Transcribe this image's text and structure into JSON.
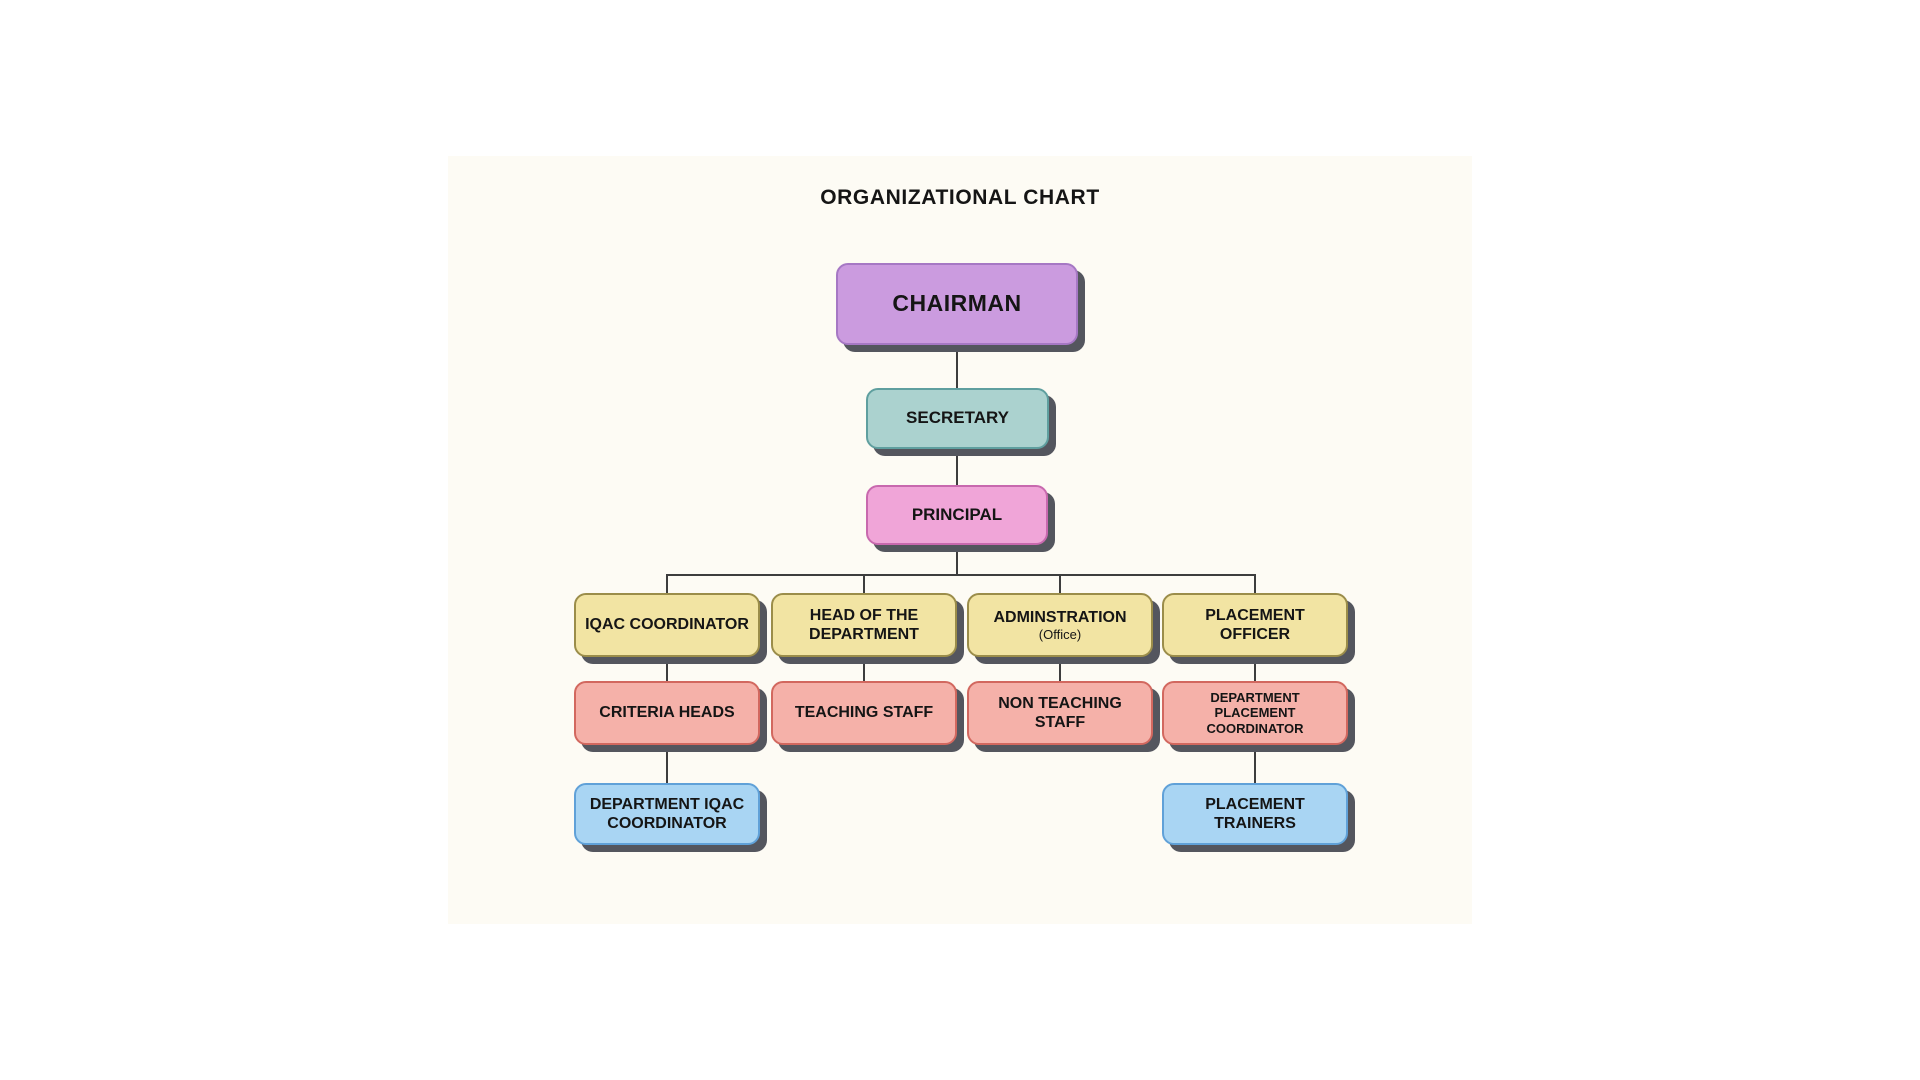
{
  "title": "ORGANIZATIONAL CHART",
  "nodes": {
    "chairman": {
      "label": "CHAIRMAN"
    },
    "secretary": {
      "label": "SECRETARY"
    },
    "principal": {
      "label": "PRINCIPAL"
    },
    "level4": [
      {
        "label": "IQAC COORDINATOR"
      },
      {
        "label": "HEAD OF THE DEPARTMENT"
      },
      {
        "label": "ADMINSTRATION",
        "sublabel": "(Office)"
      },
      {
        "label": "PLACEMENT OFFICER"
      }
    ],
    "level5": [
      {
        "label": "CRITERIA HEADS"
      },
      {
        "label": "TEACHING STAFF"
      },
      {
        "label": "NON TEACHING STAFF"
      },
      {
        "label": "DEPARTMENT PLACEMENT COORDINATOR"
      }
    ],
    "level6": [
      {
        "label": "DEPARTMENT IQAC COORDINATOR"
      },
      {
        "label": "PLACEMENT TRAINERS"
      }
    ]
  },
  "colors": {
    "purple": {
      "fill": "#cb9bdf",
      "border": "#a678c4"
    },
    "teal": {
      "fill": "#abd2cf",
      "border": "#5f9f9f"
    },
    "pink": {
      "fill": "#f0a5d8",
      "border": "#c869ae"
    },
    "yellow": {
      "fill": "#f2e4a3",
      "border": "#9b8d4a"
    },
    "salmon": {
      "fill": "#f5b1a9",
      "border": "#d2685f"
    },
    "blue": {
      "fill": "#a9d5f3",
      "border": "#60a1d8"
    },
    "shadow": "#54565e",
    "connector": "#3d3d3d",
    "canvas_background": "#fdfbf4",
    "page_background": "#ffffff",
    "text": "#151515"
  }
}
